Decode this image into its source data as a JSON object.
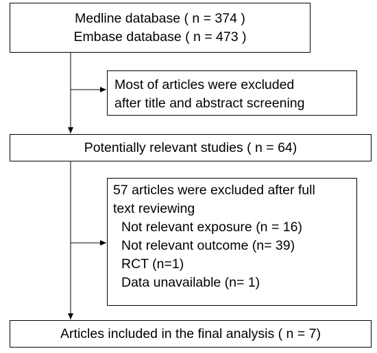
{
  "boxes": {
    "sources": {
      "lines": [
        "Medline database ( n = 374 )",
        "Embase database ( n = 473 )"
      ]
    },
    "exclusion1": {
      "lines": [
        "Most of articles were excluded",
        "after title and abstract screening"
      ]
    },
    "potential": {
      "text": "Potentially relevant studies  ( n = 64)"
    },
    "exclusion2": {
      "header": [
        "57 articles were excluded after full",
        "text reviewing"
      ],
      "reasons": [
        "Not relevant exposure (n = 16)",
        "Not relevant outcome (n= 39)",
        "RCT (n=1)",
        "Data unavailable  (n= 1)"
      ]
    },
    "final": {
      "text": "Articles included in the final analysis ( n = 7)"
    }
  },
  "colors": {
    "stroke": "#000000",
    "background": "#ffffff"
  }
}
